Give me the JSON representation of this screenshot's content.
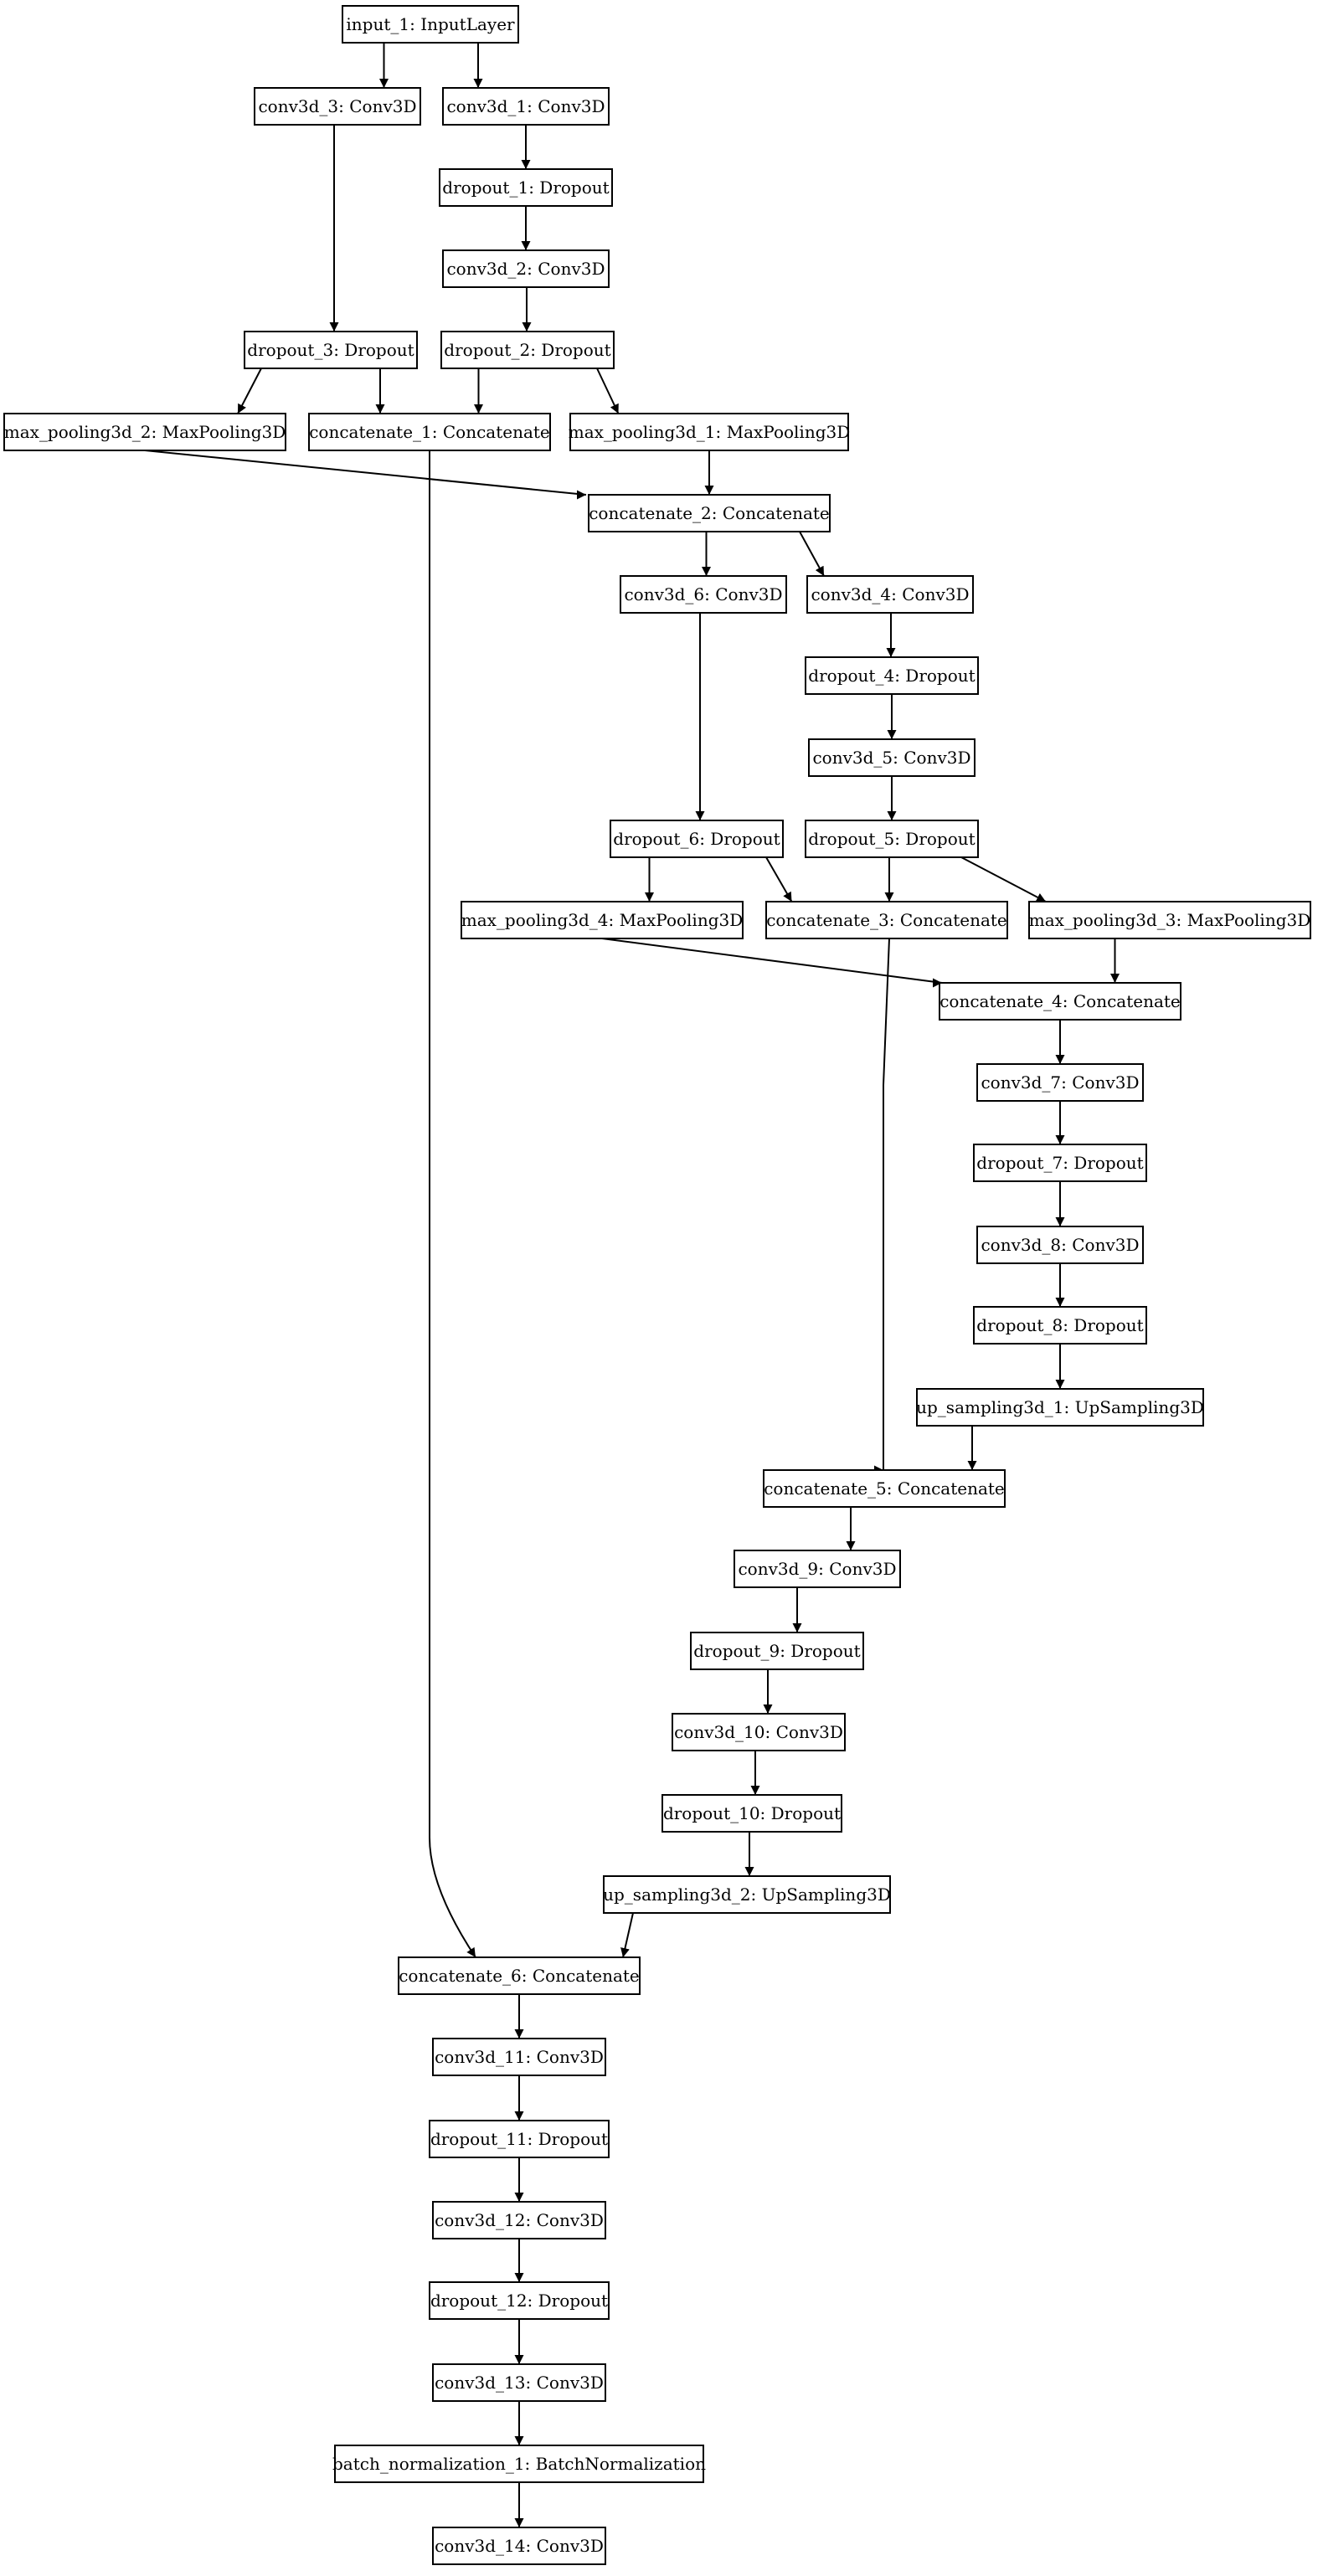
{
  "diagram": {
    "type": "model-graph",
    "colors": {
      "stroke": "#000000",
      "background": "#ffffff",
      "text": "#000000"
    },
    "nodes": [
      {
        "id": "input_1",
        "label": "input_1: InputLayer"
      },
      {
        "id": "conv3d_3",
        "label": "conv3d_3: Conv3D"
      },
      {
        "id": "conv3d_1",
        "label": "conv3d_1: Conv3D"
      },
      {
        "id": "dropout_1",
        "label": "dropout_1: Dropout"
      },
      {
        "id": "conv3d_2",
        "label": "conv3d_2: Conv3D"
      },
      {
        "id": "dropout_3",
        "label": "dropout_3: Dropout"
      },
      {
        "id": "dropout_2",
        "label": "dropout_2: Dropout"
      },
      {
        "id": "max_pooling3d_2",
        "label": "max_pooling3d_2: MaxPooling3D"
      },
      {
        "id": "concatenate_1",
        "label": "concatenate_1: Concatenate"
      },
      {
        "id": "max_pooling3d_1",
        "label": "max_pooling3d_1: MaxPooling3D"
      },
      {
        "id": "concatenate_2",
        "label": "concatenate_2: Concatenate"
      },
      {
        "id": "conv3d_6",
        "label": "conv3d_6: Conv3D"
      },
      {
        "id": "conv3d_4",
        "label": "conv3d_4: Conv3D"
      },
      {
        "id": "dropout_4",
        "label": "dropout_4: Dropout"
      },
      {
        "id": "conv3d_5",
        "label": "conv3d_5: Conv3D"
      },
      {
        "id": "dropout_6",
        "label": "dropout_6: Dropout"
      },
      {
        "id": "dropout_5",
        "label": "dropout_5: Dropout"
      },
      {
        "id": "max_pooling3d_4",
        "label": "max_pooling3d_4: MaxPooling3D"
      },
      {
        "id": "concatenate_3",
        "label": "concatenate_3: Concatenate"
      },
      {
        "id": "max_pooling3d_3",
        "label": "max_pooling3d_3: MaxPooling3D"
      },
      {
        "id": "concatenate_4",
        "label": "concatenate_4: Concatenate"
      },
      {
        "id": "conv3d_7",
        "label": "conv3d_7: Conv3D"
      },
      {
        "id": "dropout_7",
        "label": "dropout_7: Dropout"
      },
      {
        "id": "conv3d_8",
        "label": "conv3d_8: Conv3D"
      },
      {
        "id": "dropout_8",
        "label": "dropout_8: Dropout"
      },
      {
        "id": "up_sampling3d_1",
        "label": "up_sampling3d_1: UpSampling3D"
      },
      {
        "id": "concatenate_5",
        "label": "concatenate_5: Concatenate"
      },
      {
        "id": "conv3d_9",
        "label": "conv3d_9: Conv3D"
      },
      {
        "id": "dropout_9",
        "label": "dropout_9: Dropout"
      },
      {
        "id": "conv3d_10",
        "label": "conv3d_10: Conv3D"
      },
      {
        "id": "dropout_10",
        "label": "dropout_10: Dropout"
      },
      {
        "id": "up_sampling3d_2",
        "label": "up_sampling3d_2: UpSampling3D"
      },
      {
        "id": "concatenate_6",
        "label": "concatenate_6: Concatenate"
      },
      {
        "id": "conv3d_11",
        "label": "conv3d_11: Conv3D"
      },
      {
        "id": "dropout_11",
        "label": "dropout_11: Dropout"
      },
      {
        "id": "conv3d_12",
        "label": "conv3d_12: Conv3D"
      },
      {
        "id": "dropout_12",
        "label": "dropout_12: Dropout"
      },
      {
        "id": "conv3d_13",
        "label": "conv3d_13: Conv3D"
      },
      {
        "id": "batch_normalization_1",
        "label": "batch_normalization_1: BatchNormalization"
      },
      {
        "id": "conv3d_14",
        "label": "conv3d_14: Conv3D"
      }
    ],
    "edges": [
      [
        "input_1",
        "conv3d_3"
      ],
      [
        "input_1",
        "conv3d_1"
      ],
      [
        "conv3d_1",
        "dropout_1"
      ],
      [
        "dropout_1",
        "conv3d_2"
      ],
      [
        "conv3d_2",
        "dropout_2"
      ],
      [
        "conv3d_3",
        "dropout_3"
      ],
      [
        "dropout_3",
        "max_pooling3d_2"
      ],
      [
        "dropout_3",
        "concatenate_1"
      ],
      [
        "dropout_2",
        "concatenate_1"
      ],
      [
        "dropout_2",
        "max_pooling3d_1"
      ],
      [
        "max_pooling3d_2",
        "concatenate_2"
      ],
      [
        "max_pooling3d_1",
        "concatenate_2"
      ],
      [
        "concatenate_2",
        "conv3d_6"
      ],
      [
        "concatenate_2",
        "conv3d_4"
      ],
      [
        "conv3d_4",
        "dropout_4"
      ],
      [
        "dropout_4",
        "conv3d_5"
      ],
      [
        "conv3d_5",
        "dropout_5"
      ],
      [
        "conv3d_6",
        "dropout_6"
      ],
      [
        "dropout_6",
        "max_pooling3d_4"
      ],
      [
        "dropout_6",
        "concatenate_3"
      ],
      [
        "dropout_5",
        "concatenate_3"
      ],
      [
        "dropout_5",
        "max_pooling3d_3"
      ],
      [
        "max_pooling3d_4",
        "concatenate_4"
      ],
      [
        "max_pooling3d_3",
        "concatenate_4"
      ],
      [
        "concatenate_4",
        "conv3d_7"
      ],
      [
        "conv3d_7",
        "dropout_7"
      ],
      [
        "dropout_7",
        "conv3d_8"
      ],
      [
        "conv3d_8",
        "dropout_8"
      ],
      [
        "dropout_8",
        "up_sampling3d_1"
      ],
      [
        "up_sampling3d_1",
        "concatenate_5"
      ],
      [
        "concatenate_3",
        "concatenate_5"
      ],
      [
        "concatenate_5",
        "conv3d_9"
      ],
      [
        "conv3d_9",
        "dropout_9"
      ],
      [
        "dropout_9",
        "conv3d_10"
      ],
      [
        "conv3d_10",
        "dropout_10"
      ],
      [
        "dropout_10",
        "up_sampling3d_2"
      ],
      [
        "up_sampling3d_2",
        "concatenate_6"
      ],
      [
        "concatenate_1",
        "concatenate_6"
      ],
      [
        "concatenate_6",
        "conv3d_11"
      ],
      [
        "conv3d_11",
        "dropout_11"
      ],
      [
        "dropout_11",
        "conv3d_12"
      ],
      [
        "conv3d_12",
        "dropout_12"
      ],
      [
        "dropout_12",
        "conv3d_13"
      ],
      [
        "conv3d_13",
        "batch_normalization_1"
      ],
      [
        "batch_normalization_1",
        "conv3d_14"
      ]
    ]
  }
}
